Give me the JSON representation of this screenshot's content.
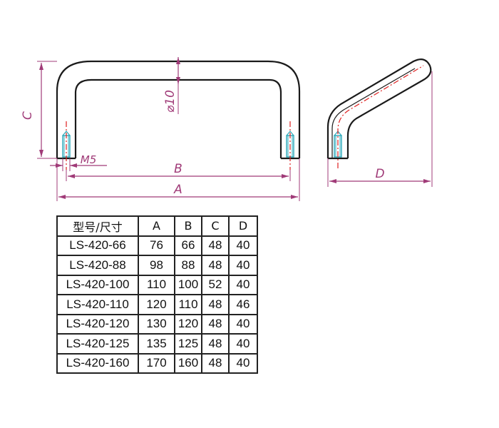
{
  "drawing": {
    "front_view": {
      "dimension_labels": {
        "A": "A",
        "B": "B",
        "C": "C",
        "diameter": "⌀10",
        "thread": "M5"
      }
    },
    "side_view": {
      "dimension_labels": {
        "D": "D"
      }
    },
    "colors": {
      "outline": "#1a1a1a",
      "dimension": "#a03b78",
      "centerline": "#e02020",
      "thread": "#29a7b8"
    }
  },
  "spec_table": {
    "headers": [
      "型号/尺寸",
      "A",
      "B",
      "C",
      "D"
    ],
    "rows": [
      [
        "LS-420-66",
        "76",
        "66",
        "48",
        "40"
      ],
      [
        "LS-420-88",
        "98",
        "88",
        "48",
        "40"
      ],
      [
        "LS-420-100",
        "110",
        "100",
        "52",
        "40"
      ],
      [
        "LS-420-110",
        "120",
        "110",
        "48",
        "46"
      ],
      [
        "LS-420-120",
        "130",
        "120",
        "48",
        "40"
      ],
      [
        "LS-420-125",
        "135",
        "125",
        "48",
        "40"
      ],
      [
        "LS-420-160",
        "170",
        "160",
        "48",
        "40"
      ]
    ]
  }
}
